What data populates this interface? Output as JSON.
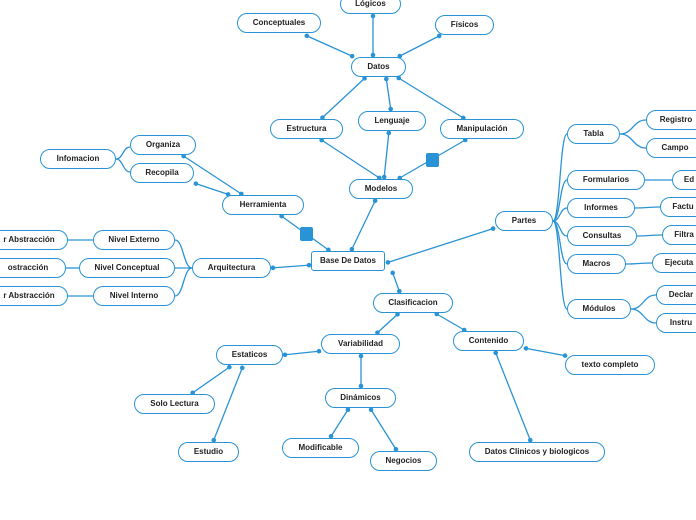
{
  "accent": "#2a93d5",
  "nodes": {
    "base": "Base De Datos",
    "datos": "Datos",
    "logicos": "Lógicos",
    "conceptuales": "Conceptuales",
    "fisicos": "Físicos",
    "estructura": "Estructura",
    "lenguaje": "Lenguaje",
    "manipulacion": "Manipulación",
    "modelos": "Modelos",
    "herramienta": "Herramienta",
    "organiza": "Organiza",
    "recopila": "Recopila",
    "infomacion": "Infomacion",
    "arquitectura": "Arquitectura",
    "nivel_externo": "Nivel Externo",
    "nivel_conceptual": "Nivel Conceptual",
    "nivel_interno": "Nivel Interno",
    "abs_1": "r Abstracción",
    "abs_2": "ostracción",
    "abs_3": "r Abstracción",
    "clasificacion": "Clasificacion",
    "variabilidad": "Variabilidad",
    "estaticos": "Estaticos",
    "solo_lectura": "Solo Lectura",
    "estudio": "Estudio",
    "dinamicos": "Dinámicos",
    "modificable": "Modificable",
    "negocios": "Negocios",
    "contenido": "Contenido",
    "texto_completo": "texto completo",
    "datos_clinicos": "Datos Clinicos y biologicos",
    "partes": "Partes",
    "tabla": "Tabla",
    "registro": "Registro",
    "campo": "Campo",
    "formularios": "Formularios",
    "form_child": "Ed",
    "informes": "Informes",
    "inf_child": "Factu",
    "consultas": "Consultas",
    "con_child": "Filtra",
    "macros": "Macros",
    "mac_child": "Ejecuta",
    "modulos": "Módulos",
    "mod_child1": "Declar",
    "mod_child2": "Instru"
  }
}
